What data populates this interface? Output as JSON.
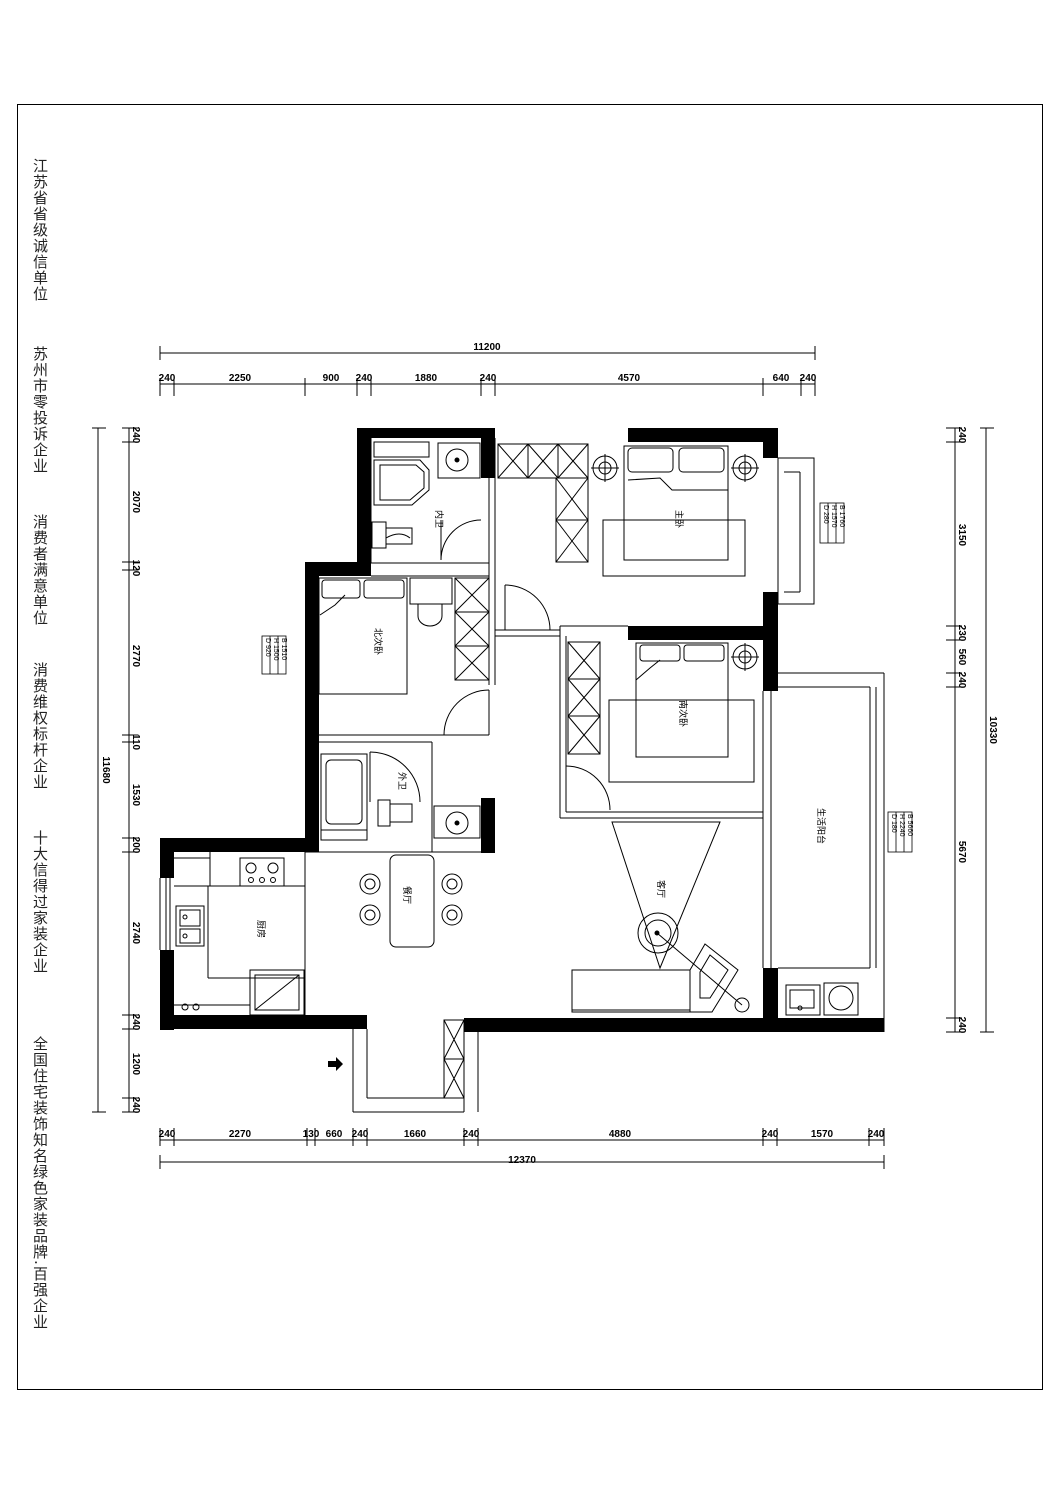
{
  "slogans": [
    "江苏省省级诚信单位",
    "苏州市零投诉企业",
    "消费者满意单位",
    "消费维权标杆企业",
    "十大信得过家装企业",
    "全国住宅装饰知名绿色家装品牌.百强企业"
  ],
  "dimensions": {
    "top_total": "11200",
    "top_segments": [
      "240",
      "2250",
      "900",
      "240",
      "1880",
      "240",
      "4570",
      "640",
      "240"
    ],
    "bottom_total": "12370",
    "bottom_segments": [
      "240",
      "2270",
      "130",
      "660",
      "240",
      "1660",
      "240",
      "4880",
      "240",
      "1570",
      "240"
    ],
    "left_total": "11680",
    "left_segments": [
      "240",
      "2070",
      "120",
      "2770",
      "110",
      "1530",
      "200",
      "2740",
      "240",
      "1200",
      "240"
    ],
    "right_total": "10330",
    "right_segments": [
      "240",
      "3150",
      "230",
      "560",
      "240",
      "5670",
      "240"
    ]
  },
  "rooms": {
    "inner_bath": "内卫",
    "master_bedroom": "主卧",
    "north_bedroom": "北次卧",
    "south_bedroom": "南次卧",
    "outer_bath": "外卫",
    "dining": "餐厅",
    "kitchen": "厨房",
    "living": "客厅",
    "balcony": "生活阳台"
  },
  "window_tags": {
    "north": [
      "B 1510",
      "H 1500",
      "D 920"
    ],
    "master": [
      "B 1760",
      "H 1570",
      "D 280"
    ],
    "balcony": [
      "B 5660",
      "H 2240",
      "D 180"
    ]
  }
}
